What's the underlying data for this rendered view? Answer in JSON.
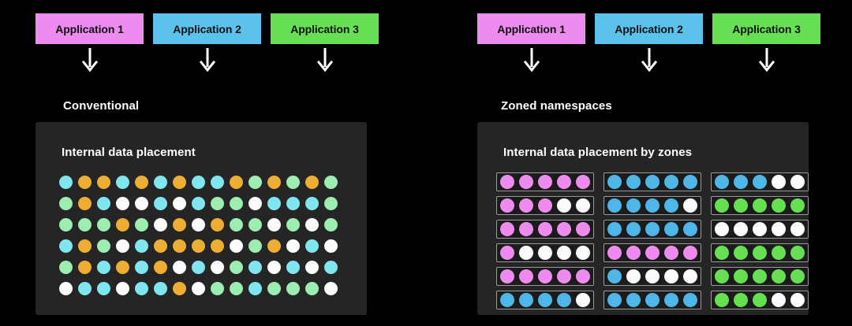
{
  "colors": {
    "background": "#000000",
    "card_background": "#252525",
    "zone_border": "#9a9a9a",
    "app1_pink": "#ee8bee",
    "app2_blue": "#5bc2ec",
    "app3_green": "#66e052",
    "dot_cyan": "#7fe6ef",
    "dot_orange": "#eeae33",
    "dot_mint": "#9cedb0",
    "dot_white": "#fbfbfb",
    "dot_pink": "#ee8bee",
    "dot_blue": "#4fb6e8",
    "dot_green": "#66e052",
    "text_light": "#ffffff",
    "text_dark": "#111111"
  },
  "panels": [
    {
      "id": "conventional",
      "apps": [
        {
          "label": "Application 1",
          "color_key": "app1_pink"
        },
        {
          "label": "Application 2",
          "color_key": "app2_blue"
        },
        {
          "label": "Application 3",
          "color_key": "app3_green"
        }
      ],
      "arrow_icon": "down-arrow-icon",
      "section_title": "Conventional",
      "card_title": "Internal data placement",
      "grid": {
        "type": "dot-grid",
        "rows": 6,
        "cols": 15,
        "legend": {
          "c": "dot_cyan",
          "o": "dot_orange",
          "g": "dot_mint",
          "w": "dot_white"
        },
        "cells": [
          [
            "c",
            "o",
            "o",
            "c",
            "o",
            "c",
            "o",
            "c",
            "c",
            "o",
            "g",
            "o",
            "g",
            "o",
            "g"
          ],
          [
            "g",
            "o",
            "c",
            "w",
            "w",
            "c",
            "w",
            "c",
            "g",
            "g",
            "w",
            "c",
            "c",
            "c",
            "g"
          ],
          [
            "g",
            "g",
            "g",
            "o",
            "g",
            "w",
            "o",
            "w",
            "o",
            "g",
            "g",
            "w",
            "g",
            "w",
            "g"
          ],
          [
            "c",
            "o",
            "g",
            "w",
            "c",
            "o",
            "o",
            "o",
            "o",
            "w",
            "g",
            "o",
            "w",
            "c",
            "w"
          ],
          [
            "g",
            "o",
            "c",
            "o",
            "c",
            "o",
            "w",
            "c",
            "w",
            "g",
            "c",
            "w",
            "c",
            "w",
            "c"
          ],
          [
            "w",
            "c",
            "c",
            "w",
            "c",
            "c",
            "o",
            "w",
            "g",
            "g",
            "c",
            "g",
            "g",
            "g",
            "w"
          ]
        ]
      }
    },
    {
      "id": "zoned-namespaces",
      "apps": [
        {
          "label": "Application 1",
          "color_key": "app1_pink"
        },
        {
          "label": "Application 2",
          "color_key": "app2_blue"
        },
        {
          "label": "Application 3",
          "color_key": "app3_green"
        }
      ],
      "arrow_icon": "down-arrow-icon",
      "section_title": "Zoned namespaces",
      "card_title": "Internal data placement by zones",
      "grid": {
        "type": "zone-grid",
        "rows": 6,
        "zones_per_row": 3,
        "dots_per_zone": 5,
        "legend": {
          "p": "dot_pink",
          "b": "dot_blue",
          "n": "dot_green",
          "w": "dot_white"
        },
        "zones": [
          [
            [
              "p",
              "p",
              "p",
              "p",
              "p"
            ],
            [
              "b",
              "b",
              "b",
              "b",
              "b"
            ],
            [
              "b",
              "b",
              "b",
              "w",
              "w"
            ]
          ],
          [
            [
              "p",
              "p",
              "p",
              "w",
              "w"
            ],
            [
              "b",
              "b",
              "b",
              "b",
              "w"
            ],
            [
              "n",
              "n",
              "n",
              "n",
              "n"
            ]
          ],
          [
            [
              "p",
              "p",
              "p",
              "p",
              "p"
            ],
            [
              "b",
              "b",
              "b",
              "b",
              "b"
            ],
            [
              "w",
              "w",
              "w",
              "w",
              "w"
            ]
          ],
          [
            [
              "p",
              "w",
              "w",
              "w",
              "w"
            ],
            [
              "p",
              "p",
              "p",
              "p",
              "p"
            ],
            [
              "n",
              "n",
              "n",
              "n",
              "n"
            ]
          ],
          [
            [
              "p",
              "p",
              "p",
              "p",
              "p"
            ],
            [
              "b",
              "w",
              "w",
              "w",
              "w"
            ],
            [
              "n",
              "n",
              "n",
              "n",
              "n"
            ]
          ],
          [
            [
              "b",
              "b",
              "b",
              "b",
              "w"
            ],
            [
              "b",
              "b",
              "b",
              "b",
              "b"
            ],
            [
              "n",
              "n",
              "n",
              "w",
              "w"
            ]
          ]
        ]
      }
    }
  ]
}
